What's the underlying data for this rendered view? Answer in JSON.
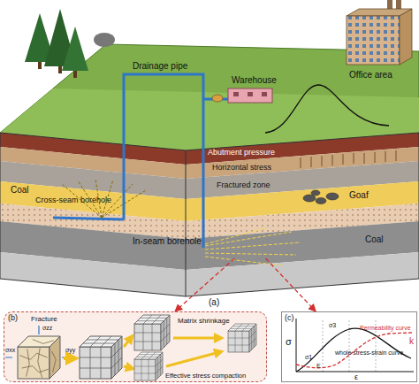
{
  "diagram": {
    "nodes": [
      {
        "text": [
          "In-seam borehole",
          "Coal"
        ]
      },
      {
        "text": [
          "(b)",
          "Fracture",
          "Matrix shrinkage",
          "Effective stress compaction"
        ]
      },
      {
        "text": [
          "(c)",
          "σ",
          "ε",
          "k",
          "Permeability curve",
          "whole stress-strain curve"
        ]
      }
    ],
    "edges": [
      {
        "from": 0,
        "to": 1,
        "arrow": "to"
      },
      {
        "from": 0,
        "to": 2,
        "arrow": "to"
      }
    ],
    "labels": [
      "Drainage pipe",
      "Warehouse",
      "Office area",
      "Abutment pressure",
      "Horizontal stress",
      "Fractured zone",
      "Goaf",
      "Coal",
      "Cross-seam borehole",
      "(a)",
      "σzz",
      "σxx",
      "σyy",
      "σ1",
      "σ3",
      "E"
    ]
  }
}
